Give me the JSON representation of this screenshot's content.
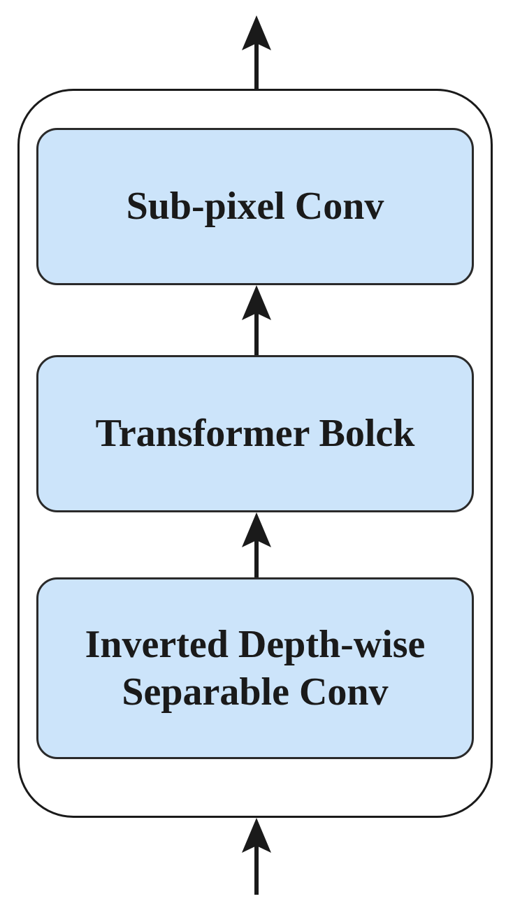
{
  "blocks": {
    "top": {
      "label": "Sub-pixel Conv"
    },
    "middle": {
      "label": "Transformer Bolck"
    },
    "bottom": {
      "line1": "Inverted Depth-wise",
      "line2": "Separable Conv"
    }
  },
  "colors": {
    "block_fill": "#cce4fa",
    "stroke": "#1a1a1a",
    "background": "#ffffff"
  }
}
